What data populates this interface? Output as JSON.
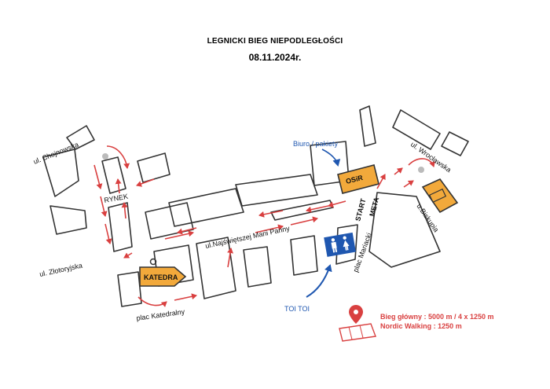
{
  "header": {
    "title": "LEGNICKI BIEG NIEPODLEGŁOŚCI",
    "date": "08.11.2024r."
  },
  "map": {
    "streets": {
      "chojnowska": "ul. Chojnowska",
      "zlotoryjska": "ul. Złotoryjska",
      "najswietszej": "ul.Najświętszej Marii Panny",
      "wroclawska": "ul. Wrocławska",
      "biskupia": "u.Biskupia",
      "mariacki": "plac Mariacki",
      "katedralny": "plac Katedralny"
    },
    "places": {
      "rynek": "RYNEK",
      "katedra": "KATEDRA",
      "osir": "OSiR"
    },
    "points": {
      "biuro": "Biuro / pakiety",
      "start": "START",
      "meta": "META",
      "toi": "TOI TOI"
    },
    "colors": {
      "route": "#d94040",
      "info": "#1f57b0",
      "building_highlight": "#f2a93b",
      "building_outline": "#333333"
    }
  },
  "legend": {
    "icon": "map-pin-icon",
    "line1": "Bieg główny : 5000 m  / 4 x 1250 m",
    "line2": "Nordic Walking : 1250 m"
  }
}
